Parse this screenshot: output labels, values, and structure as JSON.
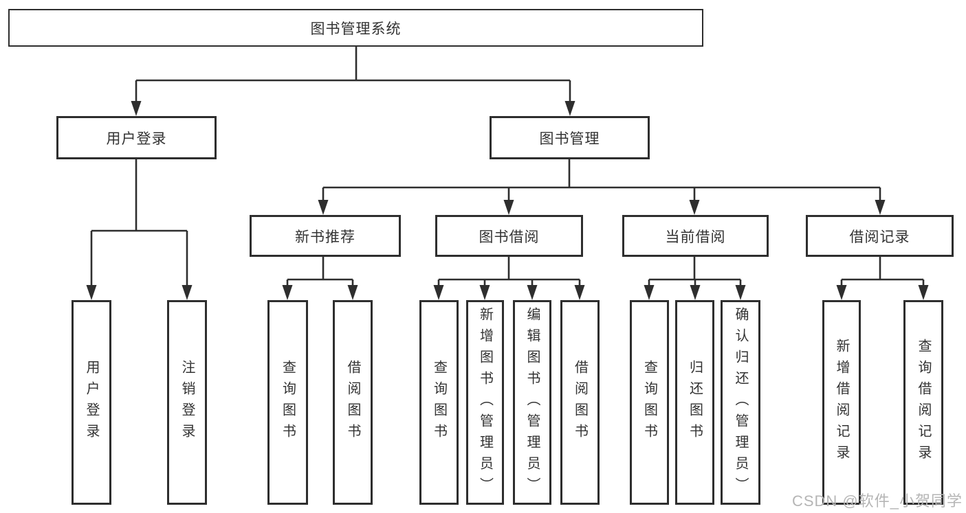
{
  "diagram": {
    "title_node": {
      "label": "图书管理系统"
    },
    "level2_nodes": [
      {
        "label": "用户登录",
        "parent": "图书管理系统"
      },
      {
        "label": "图书管理",
        "parent": "图书管理系统"
      }
    ],
    "level3_nodes": [
      {
        "label": "新书推荐",
        "parent": "图书管理"
      },
      {
        "label": "图书借阅",
        "parent": "图书管理"
      },
      {
        "label": "当前借阅",
        "parent": "图书管理"
      },
      {
        "label": "借阅记录",
        "parent": "图书管理"
      }
    ],
    "leaf_nodes": [
      {
        "label": "用户登录",
        "parent": "用户登录"
      },
      {
        "label": "注销登录",
        "parent": "用户登录"
      },
      {
        "label": "查询图书",
        "parent": "新书推荐"
      },
      {
        "label": "借阅图书",
        "parent": "新书推荐"
      },
      {
        "label": "查询图书",
        "parent": "图书借阅"
      },
      {
        "label": "新增图书（管理员）",
        "parent": "图书借阅"
      },
      {
        "label": "编辑图书（管理员）",
        "parent": "图书借阅"
      },
      {
        "label": "借阅图书",
        "parent": "图书借阅"
      },
      {
        "label": "查询图书",
        "parent": "当前借阅"
      },
      {
        "label": "归还图书",
        "parent": "当前借阅"
      },
      {
        "label": "确认归还（管理员）",
        "parent": "当前借阅"
      },
      {
        "label": "新增借阅记录",
        "parent": "借阅记录"
      },
      {
        "label": "查询借阅记录",
        "parent": "借阅记录"
      }
    ],
    "watermark": "CSDN @软件_小贺同学",
    "colors": {
      "line": "#2e2e2e",
      "node_border": "#2e2e2e",
      "text": "#333333",
      "watermark": "#b5b5b5",
      "background": "#ffffff"
    }
  }
}
